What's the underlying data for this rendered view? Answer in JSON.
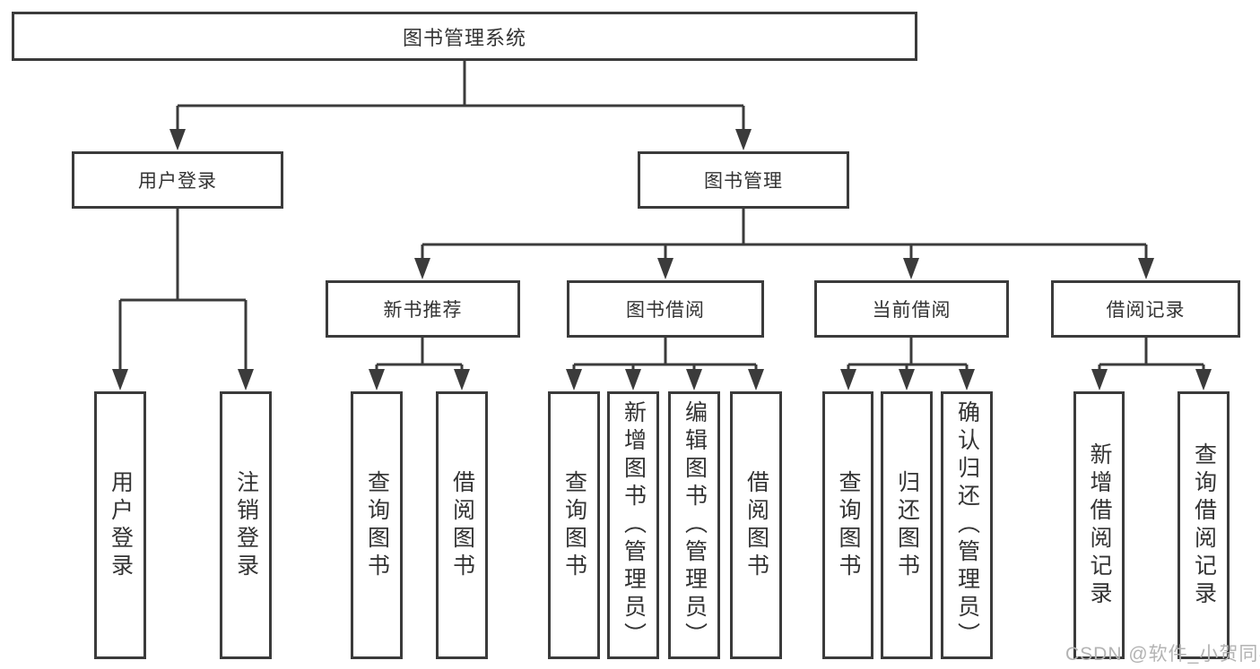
{
  "tree": {
    "root": {
      "label": "图书管理系统",
      "children": [
        {
          "label": "用户登录",
          "children": [
            {
              "label": "用户登录"
            },
            {
              "label": "注销登录"
            }
          ]
        },
        {
          "label": "图书管理",
          "children": [
            {
              "label": "新书推荐",
              "children": [
                {
                  "label": "查询图书"
                },
                {
                  "label": "借阅图书"
                }
              ]
            },
            {
              "label": "图书借阅",
              "children": [
                {
                  "label": "查询图书"
                },
                {
                  "label": "新增图书（管理员）"
                },
                {
                  "label": "编辑图书（管理员）"
                },
                {
                  "label": "借阅图书"
                }
              ]
            },
            {
              "label": "当前借阅",
              "children": [
                {
                  "label": "查询图书"
                },
                {
                  "label": "归还图书"
                },
                {
                  "label": "确认归还（管理员）"
                }
              ]
            },
            {
              "label": "借阅记录",
              "children": [
                {
                  "label": "新增借阅记录"
                },
                {
                  "label": "查询借阅记录"
                }
              ]
            }
          ]
        }
      ]
    }
  },
  "watermark": {
    "text": "CSDN @软件_小贺同学"
  },
  "colors": {
    "line": "#3b3b3b",
    "box_border": "#3b3b3b",
    "text": "#333333",
    "background": "#ffffff",
    "watermark": "#b3b3b3"
  }
}
